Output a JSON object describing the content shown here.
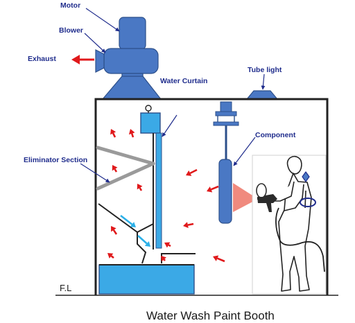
{
  "labels": {
    "motor": "Motor",
    "blower": "Blower",
    "exhaust": "Exhaust",
    "water_curtain": "Water Curtain",
    "tube_light": "Tube light",
    "component": "Component",
    "eliminator_section": "Eliminator Section",
    "floor_level": "F.L"
  },
  "caption": "Water Wash Paint Booth",
  "colors": {
    "equipment_blue": "#4a78c4",
    "equipment_dark": "#2c4f8a",
    "water": "#3ba9e6",
    "airflow_arrow": "#e0191b",
    "water_flow_arrow": "#2bb0e8",
    "spray_cone": "#f08a7e",
    "label_text": "#1f2c8c",
    "wall": "#222222"
  },
  "icons": {
    "airflow": "red-arrow",
    "water_flow": "cyan-arrow",
    "operator": "painter-outline"
  }
}
